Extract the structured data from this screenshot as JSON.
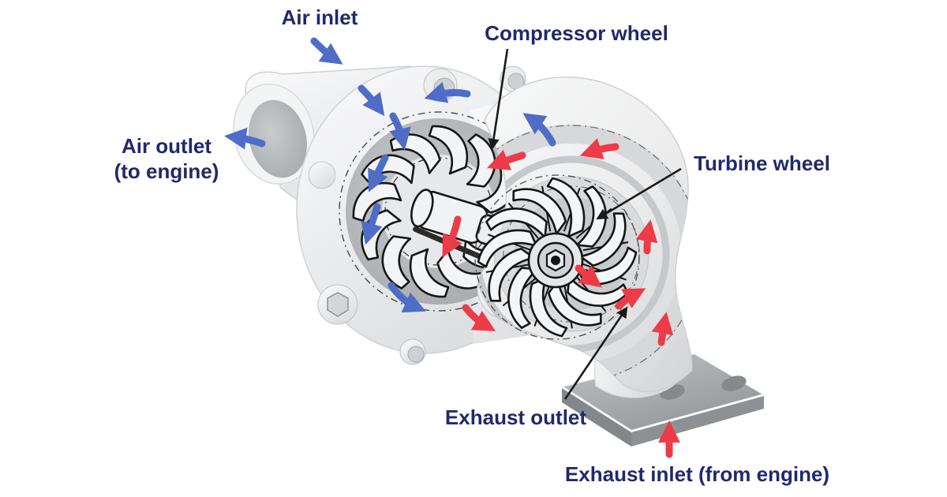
{
  "labels": {
    "air_inlet": "Air inlet",
    "compressor_wheel": "Compressor wheel",
    "air_outlet_line1": "Air outlet",
    "air_outlet_line2": "(to engine)",
    "turbine_wheel": "Turbine wheel",
    "exhaust_outlet": "Exhaust outlet",
    "exhaust_inlet": "Exhaust inlet (from engine)"
  },
  "colors": {
    "label_text": "#1f2a6b",
    "air_flow": "#4f6dc6",
    "exhaust_flow": "#ee3b48",
    "leader_line": "#1a1a1a"
  },
  "flows": {
    "air": {
      "name": "air-flow",
      "color": "#4f6dc6",
      "arrow_count": 9
    },
    "exhaust": {
      "name": "exhaust-flow",
      "color": "#ee3b48",
      "arrow_count": 9
    }
  }
}
